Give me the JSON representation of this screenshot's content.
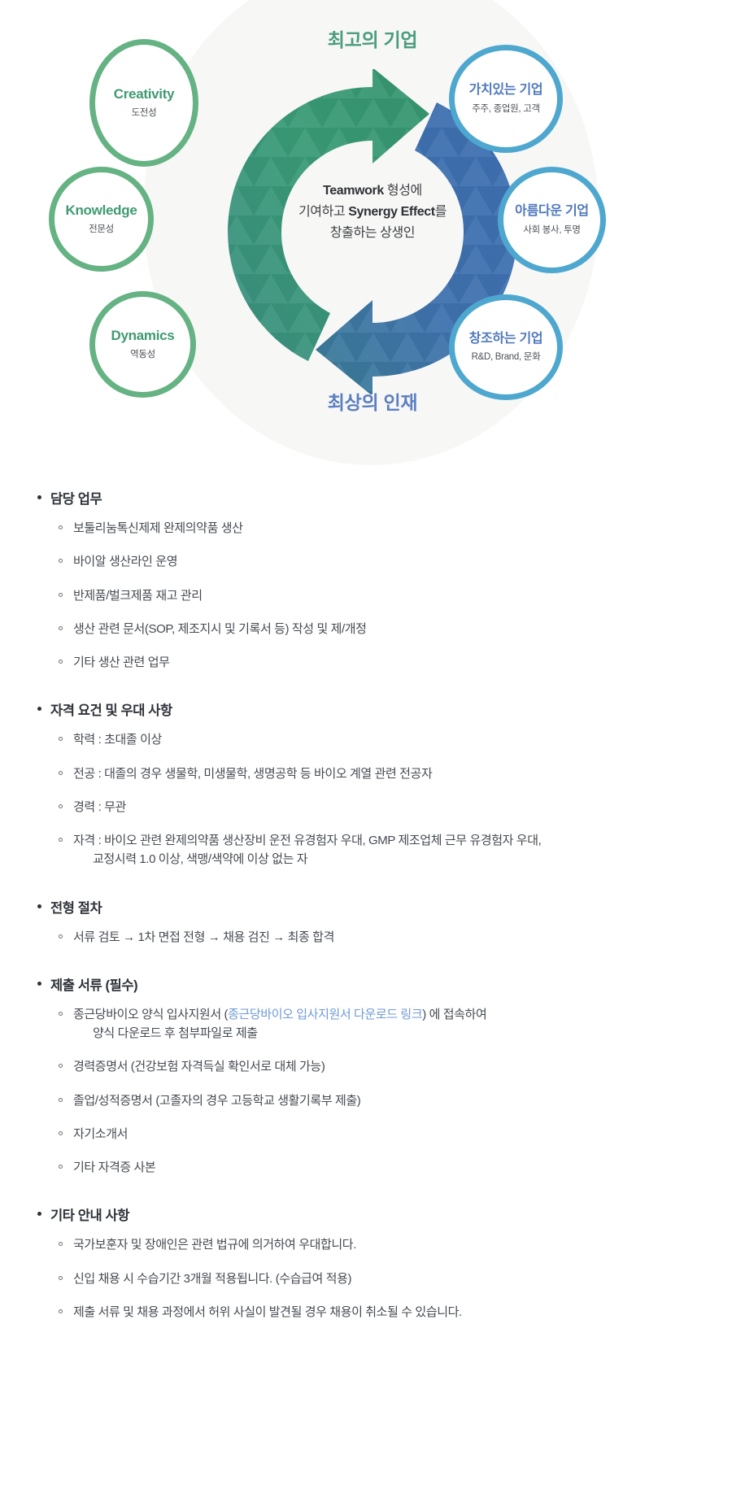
{
  "diagram": {
    "top_label": "최고의 기업",
    "bottom_label": "최상의 인재",
    "center": {
      "line1_bold": "Teamwork",
      "line1_rest": " 형성에",
      "line2_pre": "기여하고 ",
      "line2_bold": "Synergy Effect",
      "line2_post": "를",
      "line3": "창출하는 상생인"
    },
    "nodes": [
      {
        "id": "creativity",
        "title": "Creativity",
        "sub": "도전성",
        "color": "#65b283"
      },
      {
        "id": "knowledge",
        "title": "Knowledge",
        "sub": "전문성",
        "color": "#65b283"
      },
      {
        "id": "dynamics",
        "title": "Dynamics",
        "sub": "역동성",
        "color": "#65b283"
      },
      {
        "id": "value",
        "title": "가치있는 기업",
        "sub": "주주, 종업원, 고객",
        "color": "#4ea7ce"
      },
      {
        "id": "beauty",
        "title": "아름다운 기업",
        "sub": "사회 봉사, 투명",
        "color": "#4ea7ce"
      },
      {
        "id": "creation",
        "title": "창조하는 기업",
        "sub": "R&D, Brand, 문화",
        "color": "#4ea7ce"
      }
    ],
    "colors": {
      "green": "#3f9a72",
      "green_ring": "#65b283",
      "blue": "#4f78bd",
      "blue_ring": "#4ea7ce",
      "arrow_green": "#3b9c78",
      "arrow_blue": "#3f6fb0",
      "backdrop": "#f7f7f6"
    }
  },
  "sections": [
    {
      "heading": "담당 업무",
      "items": [
        {
          "text": "보툴리눔톡신제제 완제의약품 생산"
        },
        {
          "text": "바이알 생산라인 운영"
        },
        {
          "text": "반제품/벌크제품 재고 관리"
        },
        {
          "text": "생산 관련 문서(SOP, 제조지시 및 기록서 등) 작성 및 제/개정"
        },
        {
          "text": "기타 생산 관련 업무"
        }
      ]
    },
    {
      "heading": "자격 요건 및 우대 사항",
      "items": [
        {
          "text": "학력 : 초대졸 이상"
        },
        {
          "text": "전공 : 대졸의 경우 생물학, 미생물학, 생명공학 등 바이오 계열 관련 전공자"
        },
        {
          "text": "경력 : 무관"
        },
        {
          "text": "자격 : 바이오 관련 완제의약품 생산장비 운전 유경험자 우대, GMP 제조업체 근무 유경험자 우대,",
          "cont": "교정시력 1.0 이상, 색맹/색약에 이상 없는 자"
        }
      ]
    },
    {
      "heading": "전형 절차",
      "items": [
        {
          "text": "서류 검토 → 1차 면접 전형 → 채용 검진 → 최종 합격"
        }
      ]
    },
    {
      "heading": "제출 서류 (필수)",
      "items": [
        {
          "pre": "종근당바이오 양식 입사지원서 (",
          "link": "종근당바이오 입사지원서 다운로드 링크",
          "post": ") 에 접속하여",
          "cont": "양식 다운로드 후 첨부파일로 제출"
        },
        {
          "text": "경력증명서 (건강보험 자격득실 확인서로 대체 가능)"
        },
        {
          "text": "졸업/성적증명서 (고졸자의 경우 고등학교 생활기록부 제출)"
        },
        {
          "text": "자기소개서"
        },
        {
          "text": "기타 자격증 사본"
        }
      ]
    },
    {
      "heading": "기타 안내 사항",
      "items": [
        {
          "text": "국가보훈자 및 장애인은 관련 법규에 의거하여 우대합니다."
        },
        {
          "text": "신입 채용 시 수습기간 3개월 적용됩니다. (수습급여 적용)"
        },
        {
          "text": "제출 서류 및 채용 과정에서 허위 사실이 발견될 경우 채용이 취소될 수 있습니다."
        }
      ]
    }
  ]
}
